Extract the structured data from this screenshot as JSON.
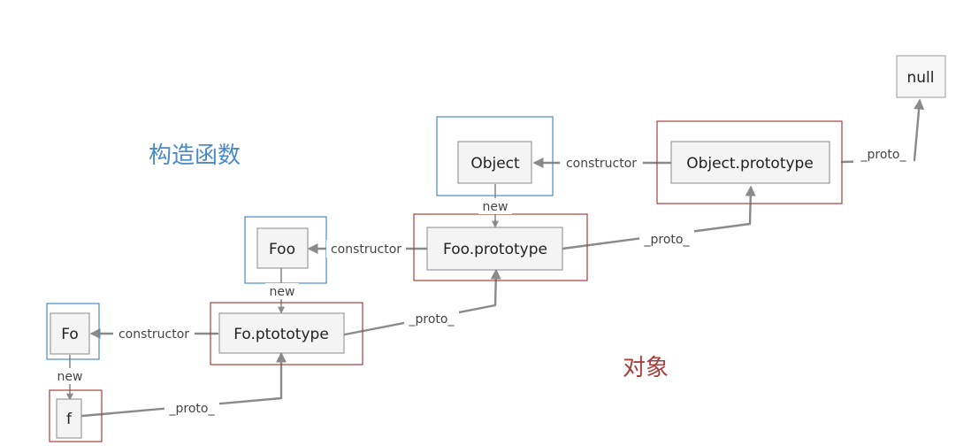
{
  "legend": {
    "constructors": "构造函数",
    "objects": "对象"
  },
  "nodes": {
    "null": "null",
    "object": "Object",
    "object_prototype": "Object.prototype",
    "foo": "Foo",
    "foo_prototype": "Foo.prototype",
    "fo": "Fo",
    "fo_prototype": "Fo.ptototype",
    "f": "f"
  },
  "edge_labels": {
    "constructor_object": "constructor",
    "constructor_foo": "constructor",
    "constructor_fo": "constructor",
    "new_object": "new",
    "new_foo": "new",
    "new_fo": "new",
    "proto_object_prototype": "_proto_",
    "proto_foo_prototype": "_proto_",
    "proto_fo_prototype": "_proto_",
    "proto_f": "_proto_"
  },
  "colors": {
    "constructor_frame": "#4a8ac9",
    "object_frame": "#a5403a",
    "edge": "#8a8a8a"
  }
}
